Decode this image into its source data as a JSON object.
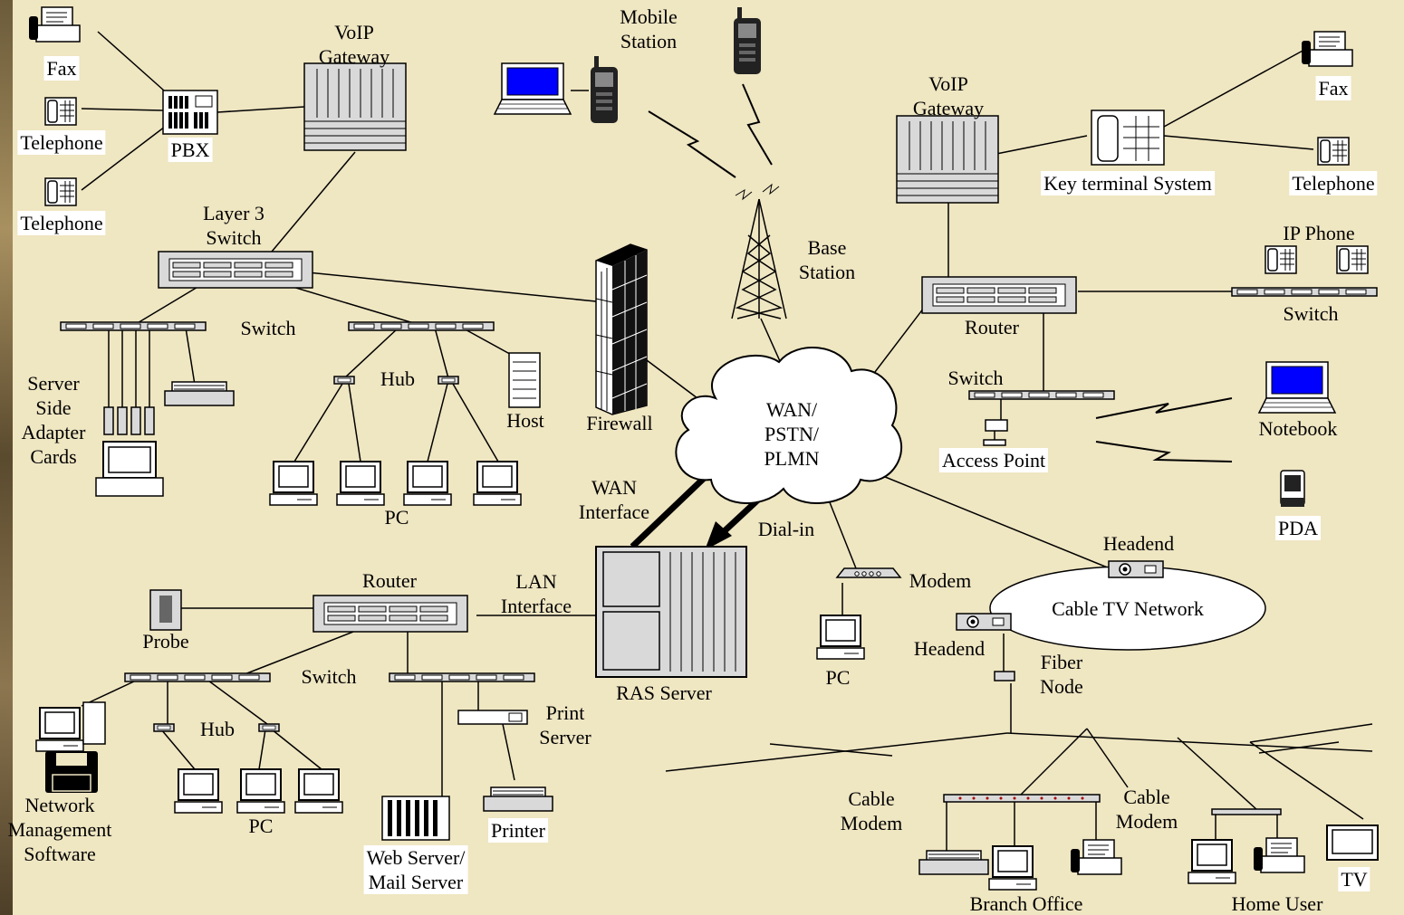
{
  "labels": {
    "fax_left": "Fax",
    "telephone_left_1": "Telephone",
    "pbx": "PBX",
    "telephone_left_2": "Telephone",
    "voip_gateway_left": "VoIP\nGateway",
    "mobile_station": "Mobile\nStation",
    "voip_gateway_right": "VoIP\nGateway",
    "fax_right": "Fax",
    "key_terminal": "Key terminal System",
    "telephone_right": "Telephone",
    "layer3_switch": "Layer 3\nSwitch",
    "base_station": "Base\nStation",
    "ip_phone": "IP Phone",
    "switch_top_center": "Switch",
    "router_right": "Router",
    "switch_right": "Switch",
    "server_side": "Server\nSide\nAdapter\nCards",
    "hub_top": "Hub",
    "host": "Host",
    "firewall": "Firewall",
    "switch_ap": "Switch",
    "wan_cloud": "WAN/\nPSTN/\nPLMN",
    "notebook": "Notebook",
    "access_point": "Access Point",
    "pc_top": "PC",
    "wan_interface": "WAN\nInterface",
    "dial_in": "Dial-in",
    "pda": "PDA",
    "headend_top": "Headend",
    "router_bottom": "Router",
    "lan_interface": "LAN\nInterface",
    "modem": "Modem",
    "cable_tv": "Cable TV Network",
    "probe": "Probe",
    "headend_bottom": "Headend",
    "fiber_node": "Fiber\nNode",
    "pc_modem": "PC",
    "switch_bottom": "Switch",
    "ras_server": "RAS Server",
    "print_server": "Print\nServer",
    "hub_bottom": "Hub",
    "network_mgmt": "Network\nManagement\nSoftware",
    "pc_bottom": "PC",
    "cable_modem_left": "Cable\nModem",
    "cable_modem_right": "Cable\nModem",
    "printer": "Printer",
    "web_server": "Web Server/\nMail Server",
    "tv": "TV",
    "branch_office": "Branch Office",
    "home_user": "Home User"
  },
  "colors": {
    "background": "#efe6c2",
    "screen_blue": "#0000ff",
    "device_gray": "#d9d9d9"
  }
}
